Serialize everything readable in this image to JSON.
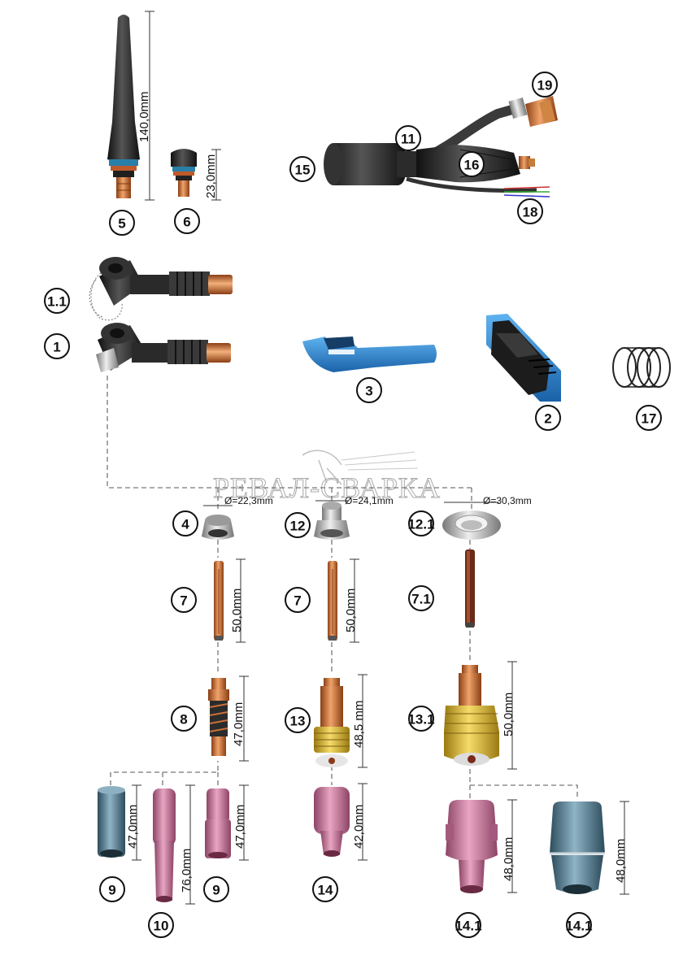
{
  "watermark": "РЕВАЛ-СВАРКА",
  "colors": {
    "blue_handle": "#2e86d6",
    "copper": "#c8703a",
    "ceramic_pink": "#c77a9b",
    "ceramic_blue": "#5d8296",
    "brass": "#d9b23a",
    "torch_black": "#2a2a2a"
  },
  "labels": {
    "l5": "5",
    "l6": "6",
    "l19": "19",
    "l11": "11",
    "l15": "15",
    "l16": "16",
    "l18": "18",
    "l1_1": "1.1",
    "l1": "1",
    "l3": "3",
    "l2": "2",
    "l17": "17",
    "l4": "4",
    "l12": "12",
    "l12_1": "12.1",
    "l7a": "7",
    "l7b": "7",
    "l7_1": "7.1",
    "l8": "8",
    "l13": "13",
    "l13_1": "13.1",
    "l9a": "9",
    "l9b": "9",
    "l10": "10",
    "l14": "14",
    "l14_1a": "14.1",
    "l14_1b": "14.1"
  },
  "dimensions": {
    "d_cap_long": "140,0mm",
    "d_cap_short": "23,0mm",
    "d_cup4": "Ø=22,3mm",
    "d_cup12": "Ø=24,1mm",
    "d_cup12_1": "Ø=30,3mm",
    "d_collet_a": "50,0mm",
    "d_collet_b": "50,0mm",
    "d_body8": "47,0mm",
    "d_body13": "48,5 mm",
    "d_body13_1": "50,0mm",
    "d_nozzle9a": "47,0mm",
    "d_nozzle10": "76,0mm",
    "d_nozzle9b": "47,0mm",
    "d_nozzle14": "42,0mm",
    "d_nozzle14_1a": "48,0mm",
    "d_nozzle14_1b": "48,0mm"
  }
}
